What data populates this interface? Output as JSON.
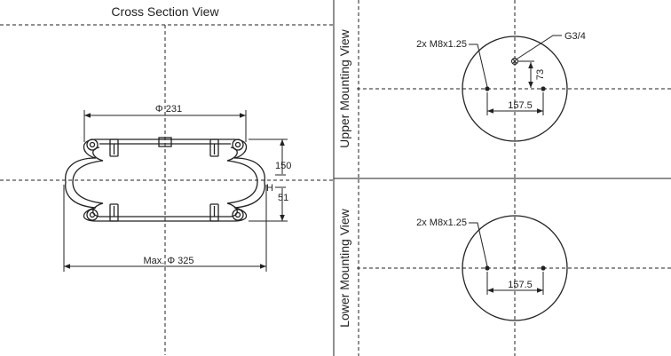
{
  "titles": {
    "cross_section": "Cross Section View",
    "upper": "Upper Mounting View",
    "lower": "Lower Mounting View"
  },
  "cross_section": {
    "top_plate_diameter": "Φ 231",
    "max_diameter": "Max. Φ 325",
    "height_max": "150",
    "height_min": "51",
    "height_symbol": "H"
  },
  "upper_mount": {
    "bolts": "2x M8x1.25",
    "port": "G3/4",
    "bolt_spacing": "157.5",
    "port_offset": "73"
  },
  "lower_mount": {
    "bolts": "2x M8x1.25",
    "bolt_spacing": "157.5"
  }
}
